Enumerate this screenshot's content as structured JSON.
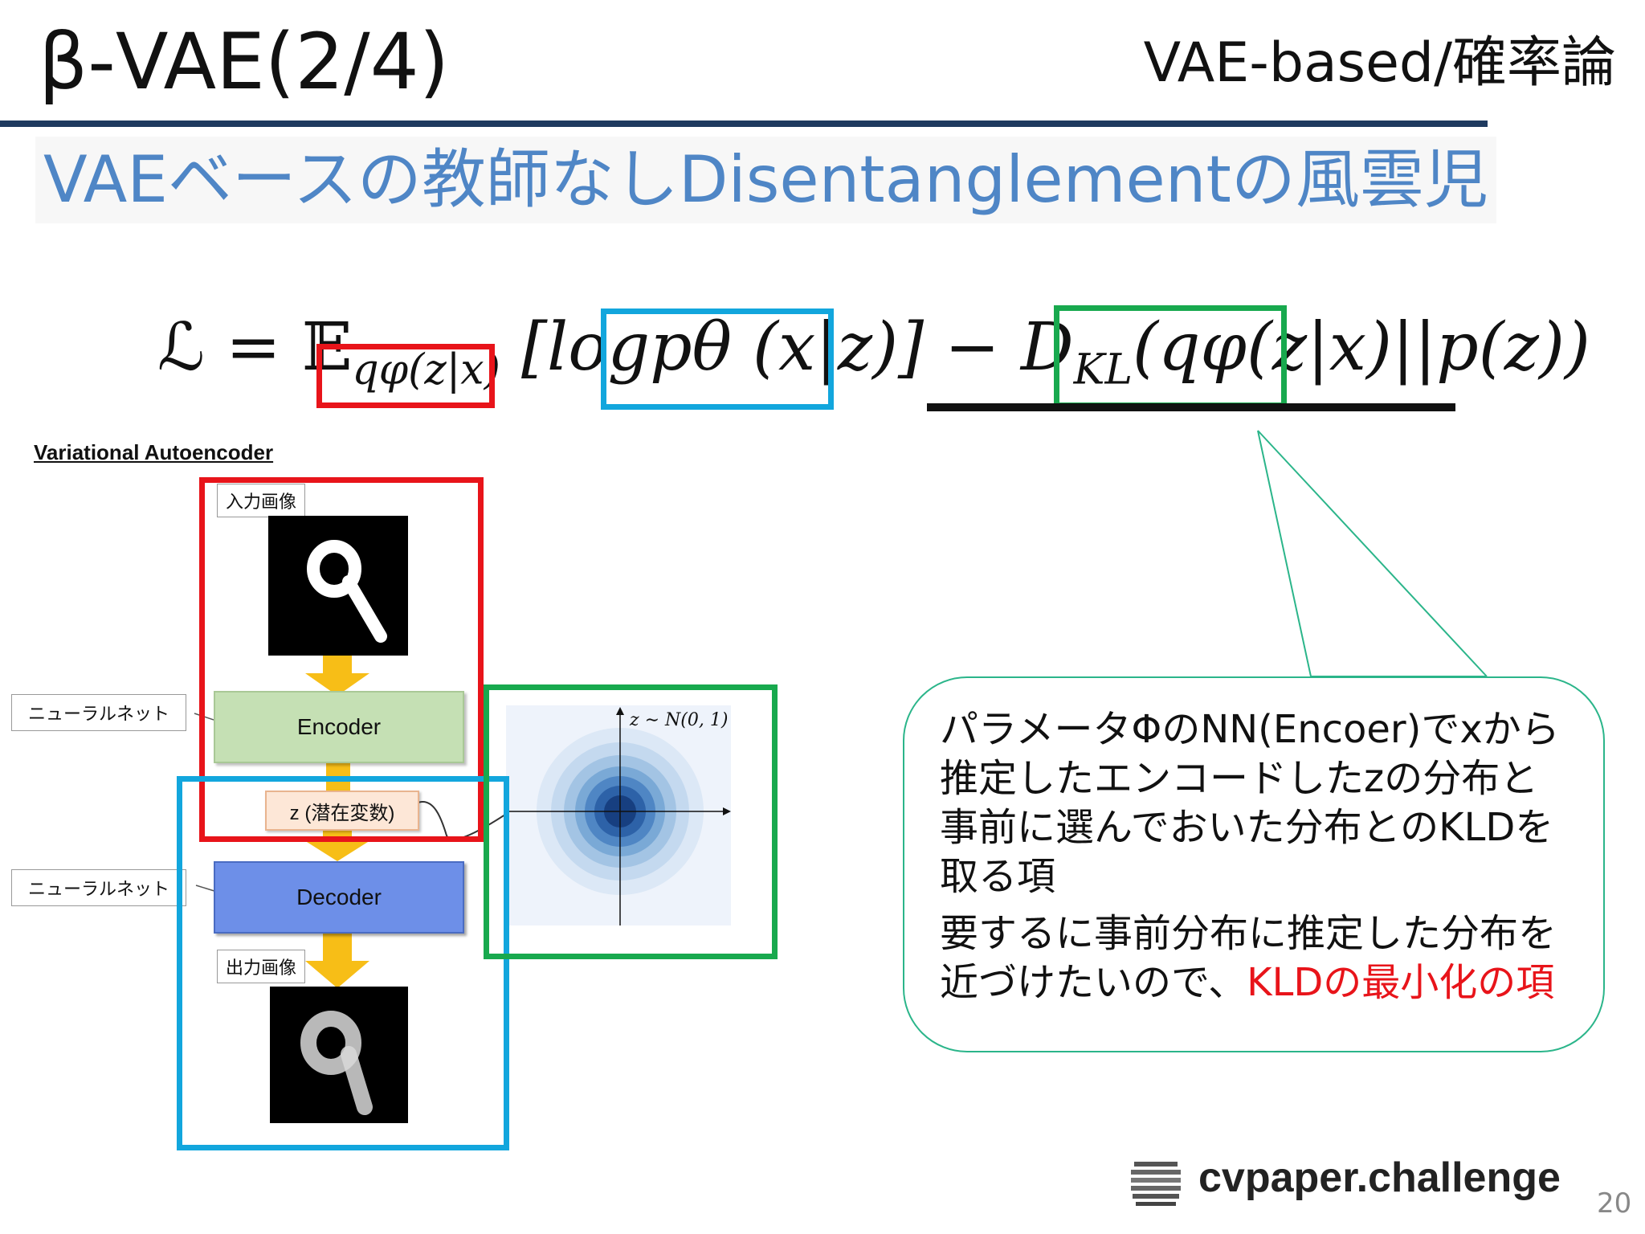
{
  "slide": {
    "title": "β-VAE(2/4)",
    "category": "VAE-based/確率論",
    "subtitle": "VAEベースの教師なしDisentanglementの風雲児",
    "page_number": "20",
    "logo": "cvpaper.challenge"
  },
  "formula": {
    "lhs": "ℒ = 𝔼",
    "expect_sub": "qφ(z|x)",
    "bracket_open": " [log",
    "likelihood": "pθ (x|z)",
    "bracket_close": "] − D",
    "kl_sub": "KL",
    "kl_open": "(",
    "posterior": "qφ(z|x)",
    "prior": "||p(z))"
  },
  "figure": {
    "title": "Variational Autoencoder",
    "input_label": "入力画像",
    "output_label": "出力画像",
    "encoder": "Encoder",
    "decoder": "Decoder",
    "latent": "z (潜在変数)",
    "nn_label_1": "ニューラルネット",
    "nn_label_2": "ニューラルネット",
    "prior_label": "z ∼ N(0, 1)"
  },
  "callout": {
    "line1": "パラメータΦのNN(Encoer)でxから",
    "line2": "推定したエンコードしたzの分布と",
    "line3": "事前に選んでおいた分布とのKLDを",
    "line4": "取る項",
    "line5": "要するに事前分布に推定した分布を",
    "line6_prefix": "近づけたいので、",
    "line6_highlight": "KLDの最小化の項"
  },
  "colors": {
    "title_rule": "#1f3a5f",
    "subtitle": "#4f86c6",
    "highlight_red": "#e8141a",
    "highlight_blue": "#12a6dd",
    "highlight_green": "#18a94e",
    "callout_border": "#2bb58a"
  }
}
